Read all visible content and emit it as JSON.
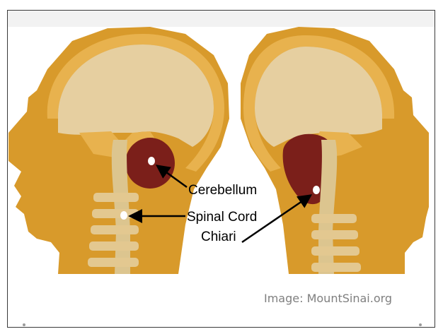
{
  "labels": {
    "cerebellum": "Cerebellum",
    "spinal_cord": "Spinal Cord",
    "chiari": "Chiari"
  },
  "caption": "Image: MountSinai.org",
  "colors": {
    "skin": "#d89a2b",
    "skin_dark": "#b97a1d",
    "skull": "#e8b24e",
    "brain": "#e6cfa0",
    "cerebellum": "#7b1f1a",
    "spine": "#dcc58f",
    "frame": "#3a3a3a"
  }
}
